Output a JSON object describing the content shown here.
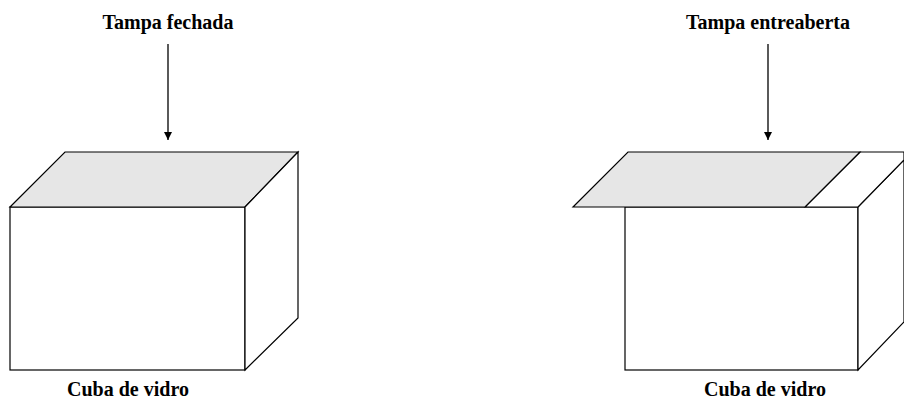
{
  "diagram": {
    "labels": [
      "Tampa fechada",
      "Cuba de vidro",
      "Tampa entreaberta",
      "Cuba de vidro"
    ]
  }
}
